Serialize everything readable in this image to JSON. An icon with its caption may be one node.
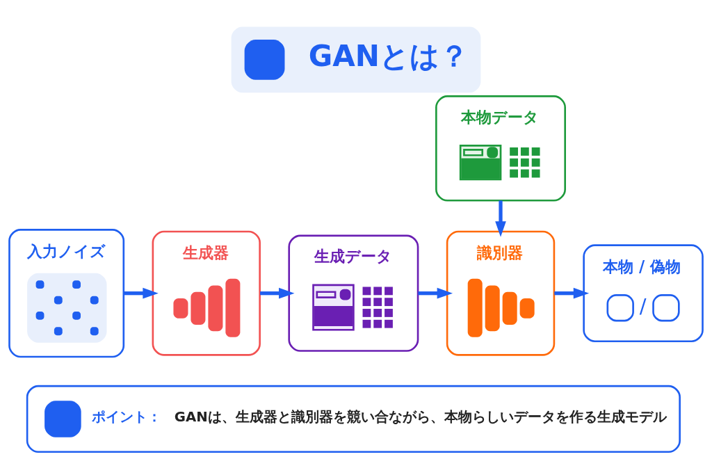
{
  "diagram": {
    "title": "GANとは？",
    "nodes": [
      {
        "text": [
          "入力ノイズ"
        ]
      },
      {
        "text": [
          "生成器"
        ]
      },
      {
        "text": [
          "生成データ"
        ]
      },
      {
        "text": [
          "本物データ"
        ]
      },
      {
        "text": [
          "識別器"
        ]
      },
      {
        "text": [
          "本物 / 偽物",
          "/"
        ]
      },
      {
        "text": [
          "ポイント：",
          "GANは、生成器と識別器を競い合ながら、本物らしいデータを作る生成モデル"
        ]
      }
    ],
    "edges": [
      {
        "from": 0,
        "to": 1,
        "arrow": "to"
      },
      {
        "from": 1,
        "to": 2,
        "arrow": "to"
      },
      {
        "from": 2,
        "to": 4,
        "arrow": "to"
      },
      {
        "from": 3,
        "to": 4,
        "arrow": "to"
      },
      {
        "from": 4,
        "to": 5,
        "arrow": "to"
      }
    ]
  }
}
